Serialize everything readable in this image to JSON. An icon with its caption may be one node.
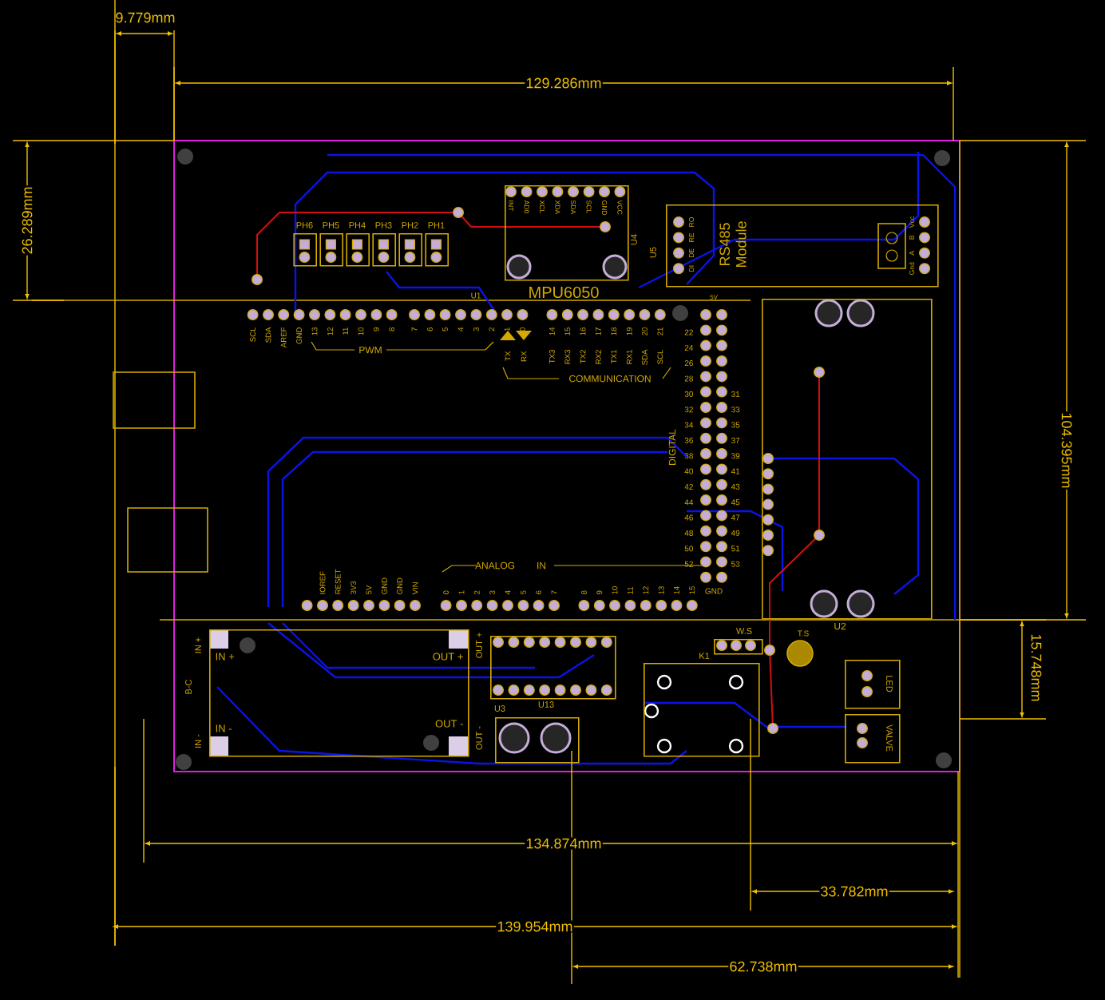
{
  "diagram": {
    "nodes": [
      {
        "text": [
          "INT",
          "AD0",
          "XCL",
          "XDA",
          "SDA",
          "SCL",
          "GND",
          "VCC"
        ],
        "beside": [
          "U4",
          "MPU6050"
        ]
      },
      {
        "text": [
          "RO",
          "RE",
          "DE",
          "DI",
          "RS485 Module",
          "Vcc",
          "B",
          "A",
          "Gnd"
        ],
        "beside": [
          "U5"
        ]
      },
      {
        "text": [],
        "shape": "box",
        "beside": [
          "U2"
        ]
      },
      {
        "text": [
          "IN +",
          "OUT +",
          "IN -",
          "OUT -"
        ],
        "beside": [
          "IN +",
          "B-C",
          "IN -",
          "OUT +",
          "OUT -"
        ]
      },
      {
        "text": [],
        "shape": "box",
        "beside": [
          "U13"
        ]
      },
      {
        "text": [],
        "shape": "box",
        "beside": [
          "U3"
        ]
      },
      {
        "text": [],
        "shape": "box",
        "beside": [
          "K1"
        ]
      },
      {
        "text": [],
        "shape": "box",
        "beside": [
          "W.S"
        ]
      },
      {
        "text": [],
        "shape": "circle",
        "beside": [
          "T.S"
        ]
      },
      {
        "text": [
          "LED"
        ]
      },
      {
        "text": [
          "VALVE"
        ]
      },
      {
        "text": [],
        "shape": "box",
        "beside": [
          "PH6"
        ]
      },
      {
        "text": [],
        "shape": "box",
        "beside": [
          "PH5"
        ]
      },
      {
        "text": [],
        "shape": "box",
        "beside": [
          "PH4"
        ]
      },
      {
        "text": [],
        "shape": "box",
        "beside": [
          "PH3"
        ]
      },
      {
        "text": [],
        "shape": "box",
        "beside": [
          "PH2"
        ]
      },
      {
        "text": [],
        "shape": "box",
        "beside": [
          "PH1"
        ]
      }
    ],
    "labels": [
      "SCL",
      "SDA",
      "AREF",
      "GND",
      "13",
      "12",
      "11",
      "10",
      "9",
      "8",
      "7",
      "6",
      "5",
      "4",
      "3",
      "2",
      "1",
      "0",
      "14",
      "15",
      "16",
      "17",
      "18",
      "19",
      "20",
      "21",
      "TX",
      "RX",
      "TX3",
      "RX3",
      "TX2",
      "RX2",
      "TX1",
      "RX1",
      "SDA",
      "SCL",
      "PWM",
      "COMMUNICATION",
      "U1",
      "5V",
      "DIGITAL",
      "22",
      "24",
      "26",
      "28",
      "30",
      "32",
      "34",
      "36",
      "38",
      "40",
      "42",
      "44",
      "46",
      "48",
      "50",
      "52",
      "31",
      "33",
      "35",
      "37",
      "39",
      "41",
      "43",
      "45",
      "47",
      "49",
      "51",
      "53",
      "GND",
      "IOREF",
      "RESET",
      "3V3",
      "5V",
      "GND",
      "GND",
      "VIN",
      "ANALOG",
      "IN",
      "0",
      "1",
      "2",
      "3",
      "4",
      "5",
      "6",
      "7",
      "8",
      "9",
      "10",
      "11",
      "12",
      "13",
      "14",
      "15",
      "9.779mm",
      "129.286mm",
      "26.289mm",
      "104.395mm",
      "15.748mm",
      "134.874mm",
      "33.782mm",
      "139.954mm",
      "62.738mm"
    ]
  }
}
